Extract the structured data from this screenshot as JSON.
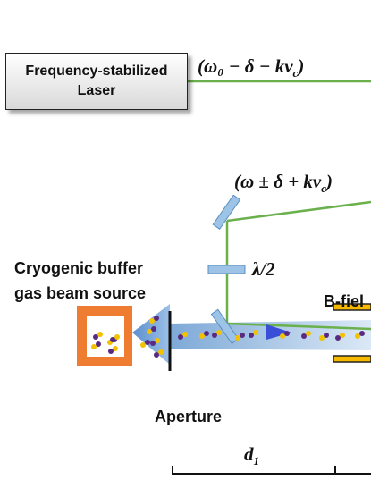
{
  "laser": {
    "line1": "Frequency-stabilized",
    "line2": "Laser"
  },
  "beam_top_label": "(ω₀ − δ − kv",
  "beam_top_sub": "c",
  "beam_top_close": ")",
  "beam_mid_label": "(ω ± δ + kv",
  "beam_mid_sub": "c",
  "beam_mid_close": ")",
  "waveplate_label": "λ/2",
  "source_label_1": "Cryogenic buffer",
  "source_label_2": "gas beam source",
  "bfield_label": "B-fiel",
  "aperture_label": "Aperture",
  "distance_label": "d",
  "distance_sub": "1",
  "colors": {
    "beam_green": "#6ab04c",
    "source_orange": "#ee7d31",
    "optic_blue": "#9dc3e6",
    "molecule_blue": "#a9c9e8",
    "magnet_yellow": "#f7b800",
    "atom_yellow": "#f2c200",
    "atom_purple": "#5a2a82",
    "arrow_blue": "#3a4fd8"
  }
}
